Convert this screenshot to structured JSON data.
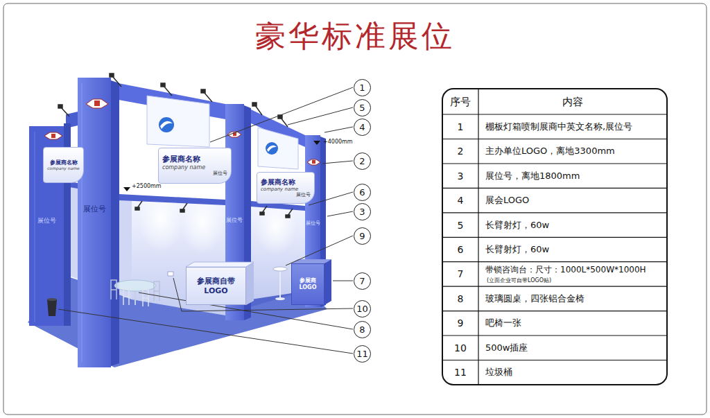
{
  "diagram": {
    "title": "豪华标准展位",
    "nodes": [
      {
        "text": [
          "参展商名称",
          "company name"
        ]
      },
      {
        "text": [
          "参展商名称",
          "company name",
          "展位号"
        ]
      },
      {
        "text": [
          "参展商名称",
          "company name",
          "展位号"
        ]
      },
      {
        "text": [
          "参展商自带 LOGO"
        ]
      },
      {
        "text": [
          "参展商 LOGO"
        ]
      }
    ],
    "labels": [
      "+4000mm",
      "+2500mm",
      "展位号",
      "展位号",
      "展位号",
      "展位号",
      "1",
      "5",
      "4",
      "2",
      "6",
      "3",
      "9",
      "7",
      "10",
      "8",
      "11",
      "序号",
      "内容",
      "1",
      "棚板灯箱喷制展商中英文名称,展位号",
      "2",
      "主办单位LOGO，离地3300mm",
      "3",
      "展位号，离地1800mm",
      "4",
      "展会LOGO",
      "5",
      "长臂射灯，60w",
      "6",
      "长臂射灯，60w",
      "7",
      "带锁咨询台：尺寸：1000L*500W*1000H",
      "(立面企业可自带LOGO贴)",
      "8",
      "玻璃圆桌，四张铝合金椅",
      "9",
      "吧椅一张",
      "10",
      "500w插座",
      "11",
      "垃圾桶"
    ]
  }
}
